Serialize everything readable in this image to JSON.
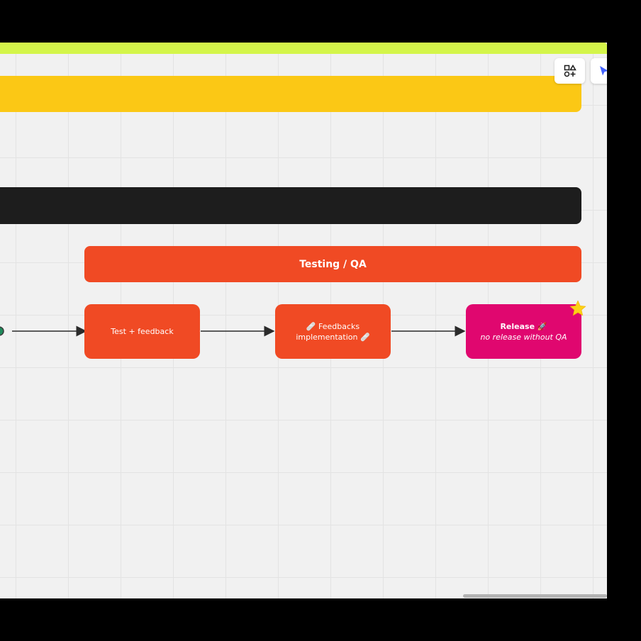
{
  "board": {
    "lane_header": "Testing / QA",
    "cards": [
      {
        "line1": "Test + feedback",
        "line2": ""
      },
      {
        "line1": "🩹 Feedbacks",
        "line2": "implementation 🩹"
      },
      {
        "line1": "Release 🚀",
        "line2": "no release without QA"
      }
    ]
  },
  "colors": {
    "top_strip": "#d4f54a",
    "yellow_band": "#fbc815",
    "black_band": "#1d1d1d",
    "orange": "#f04a24",
    "magenta": "#e0076f",
    "star": "#fcd116",
    "select_cursor": "#4262ff"
  },
  "icons": {
    "toolbar_shapes": "shapes-icon",
    "toolbar_select": "select-cursor-icon",
    "release_marker": "star-icon",
    "edge_node": "node-icon"
  }
}
